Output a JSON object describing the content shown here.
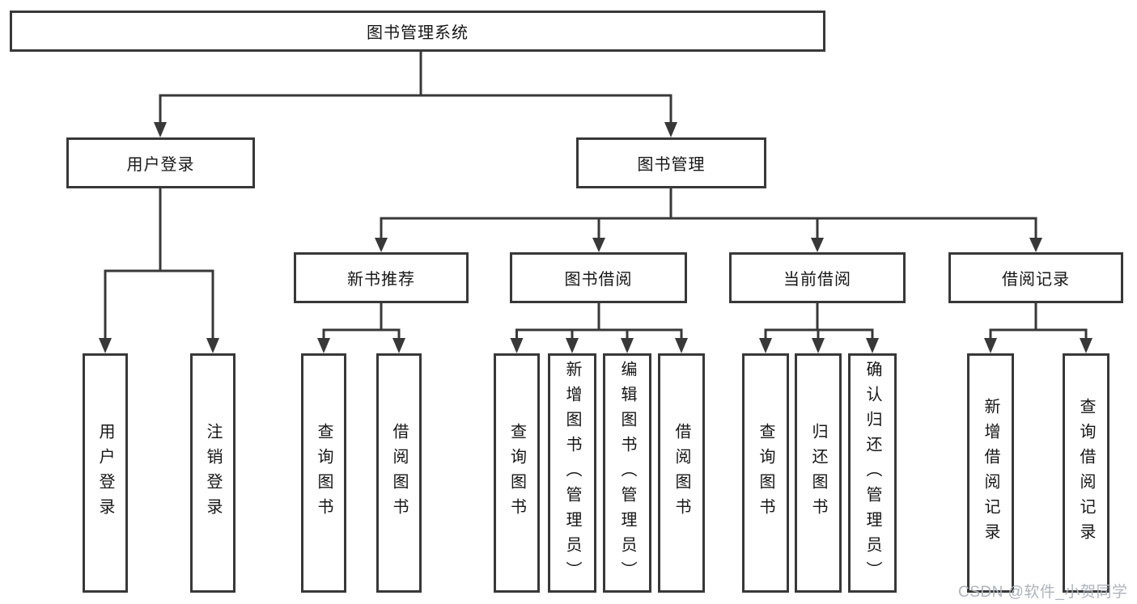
{
  "style": {
    "background": "#ffffff",
    "line_color": "#383838",
    "box_fill": "#ffffff",
    "text_color": "#161616",
    "watermark_color": "#aeb4bd"
  },
  "nodes": {
    "root": "图书管理系统",
    "user_login": "用户登录",
    "book_mgmt": "图书管理",
    "new_book_rec": "新书推荐",
    "book_borrow": "图书借阅",
    "current_borrow": "当前借阅",
    "borrow_record": "借阅记录",
    "leaf_user_login": "用户登录",
    "leaf_logout": "注销登录",
    "leaf_query_book_rec": "查询图书",
    "leaf_borrow_book_rec": "借阅图书",
    "leaf_query_book_borrow": "查询图书",
    "leaf_add_book": "新增图书（管理员）",
    "leaf_edit_book": "编辑图书（管理员）",
    "leaf_borrow_book": "借阅图书",
    "leaf_query_book_current": "查询图书",
    "leaf_return_book": "归还图书",
    "leaf_confirm_return": "确认归还（管理员）",
    "leaf_add_borrow_record": "新增借阅记录",
    "leaf_query_borrow_record": "查询借阅记录"
  },
  "hierarchy": {
    "图书管理系统": {
      "用户登录": [
        "用户登录",
        "注销登录"
      ],
      "图书管理": {
        "新书推荐": [
          "查询图书",
          "借阅图书"
        ],
        "图书借阅": [
          "查询图书",
          "新增图书（管理员）",
          "编辑图书（管理员）",
          "借阅图书"
        ],
        "当前借阅": [
          "查询图书",
          "归还图书",
          "确认归还（管理员）"
        ],
        "借阅记录": [
          "新增借阅记录",
          "查询借阅记录"
        ]
      }
    }
  },
  "watermark": {
    "text": "CSDN @软件_小贺同学"
  }
}
